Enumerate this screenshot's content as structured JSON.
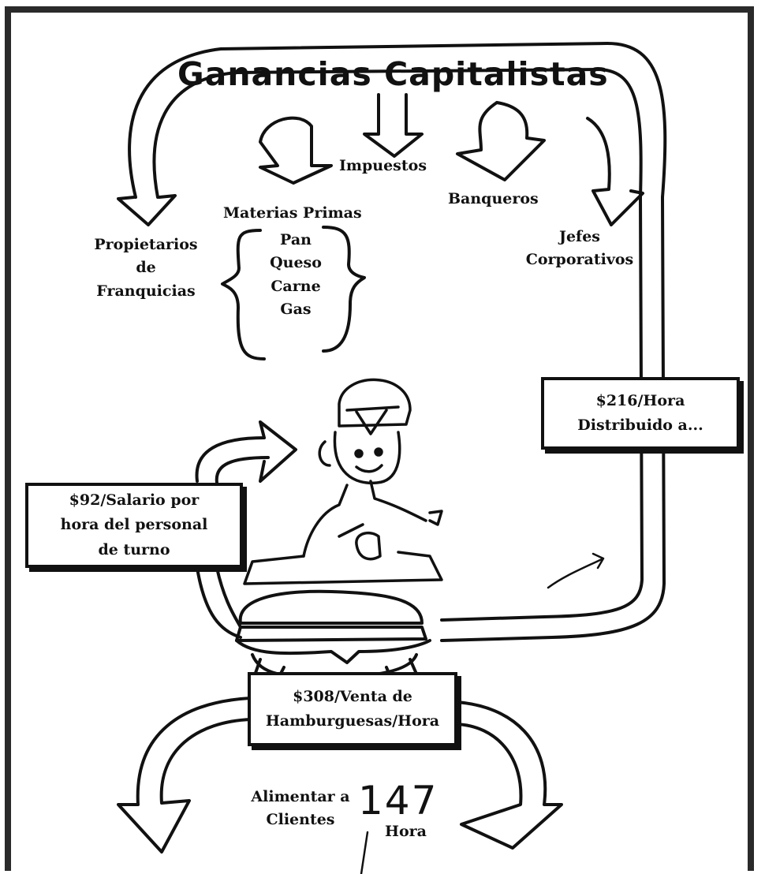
{
  "title": "Ganancias Capitalistas",
  "labels": {
    "impuestos": "Impuestos",
    "banqueros": "Banqueros",
    "materias_primas": "Materias Primas",
    "materias_items": [
      "Pan",
      "Queso",
      "Carne",
      "Gas"
    ],
    "propietarios": [
      "Propietarios",
      "de",
      "Franquicias"
    ],
    "jefes": [
      "Jefes",
      "Corporativos"
    ]
  },
  "boxes": {
    "distribuido": [
      "$216/Hora",
      "Distribuido a..."
    ],
    "salario": [
      "$92/Salario por",
      "hora del personal",
      "de turno"
    ],
    "venta": [
      "$308/Venta de",
      "Hamburguesas/Hora"
    ]
  },
  "bottom": {
    "alimentar": [
      "Alimentar a",
      "Clientes"
    ],
    "handwritten_number": "147",
    "hora": "Hora"
  },
  "colors": {
    "ink": "#111111",
    "frame": "#2a2a2a",
    "paper": "#ffffff"
  }
}
